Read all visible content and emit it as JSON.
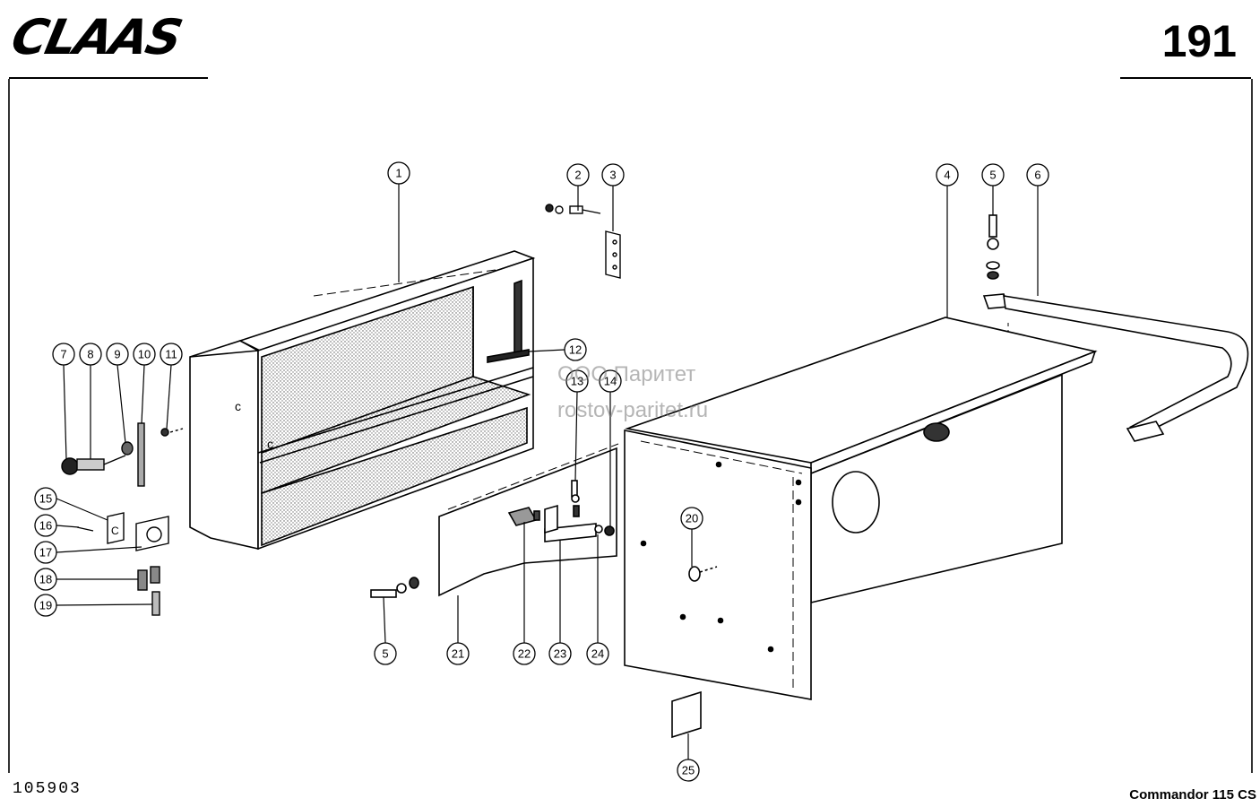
{
  "header": {
    "brand": "CLAAS",
    "page_number": "191"
  },
  "footer": {
    "drawing_number": "105903",
    "model": "Commandor 115 CS"
  },
  "watermark": {
    "line1": "ООО Паритет",
    "line2": "rostov-paritet.ru"
  },
  "callouts": [
    {
      "label": "1"
    },
    {
      "label": "2"
    },
    {
      "label": "3"
    },
    {
      "label": "4"
    },
    {
      "label": "5"
    },
    {
      "label": "6"
    },
    {
      "label": "7"
    },
    {
      "label": "8"
    },
    {
      "label": "9"
    },
    {
      "label": "10"
    },
    {
      "label": "11"
    },
    {
      "label": "12"
    },
    {
      "label": "13"
    },
    {
      "label": "14"
    },
    {
      "label": "15"
    },
    {
      "label": "16"
    },
    {
      "label": "17"
    },
    {
      "label": "18"
    },
    {
      "label": "19"
    },
    {
      "label": "5"
    },
    {
      "label": "21"
    },
    {
      "label": "22"
    },
    {
      "label": "23"
    },
    {
      "label": "24"
    },
    {
      "label": "20"
    },
    {
      "label": "25"
    }
  ]
}
